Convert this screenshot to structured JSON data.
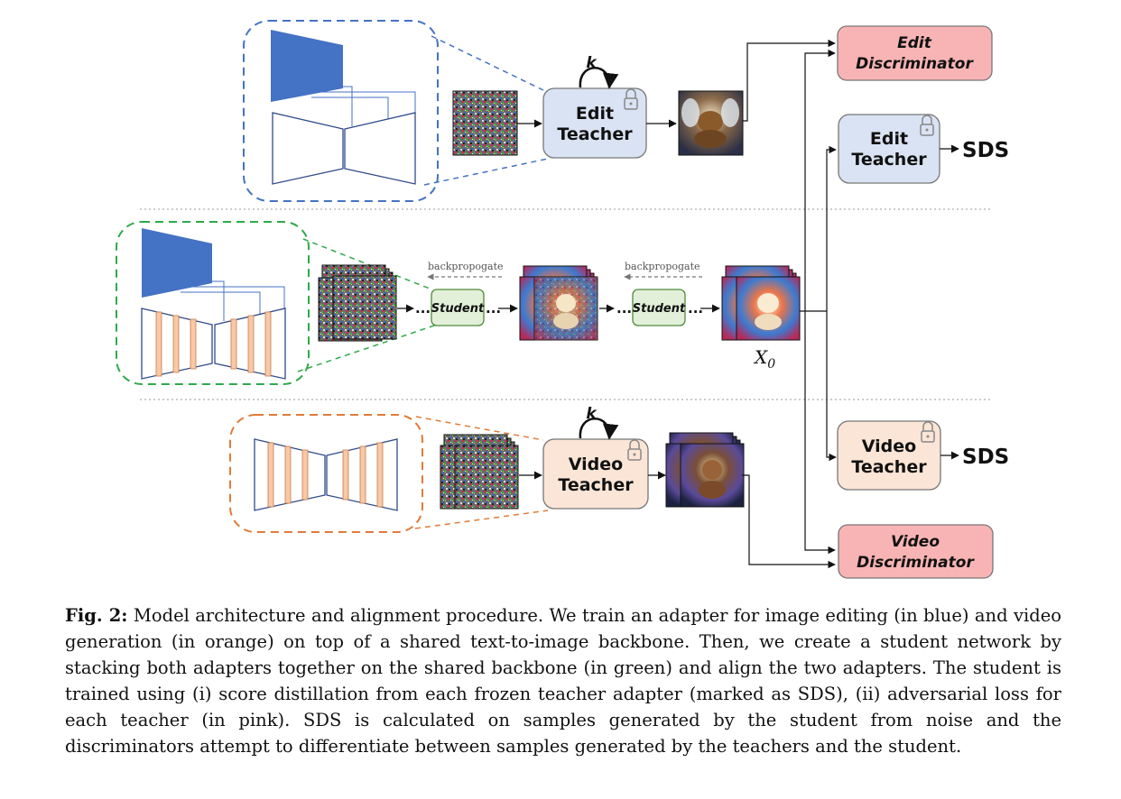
{
  "diagram": {
    "top_loop_label": "k",
    "top_edit_teacher": [
      "Edit",
      "Teacher"
    ],
    "bottom_loop_label": "k",
    "bottom_video_teacher": [
      "Video",
      "Teacher"
    ],
    "student_label": "Student",
    "backprop_label": "backpropogate",
    "x0_label": "X",
    "x0_sub": "0",
    "edit_discriminator": [
      "Edit",
      "Discriminator"
    ],
    "right_edit_teacher": [
      "Edit",
      "Teacher"
    ],
    "right_video_teacher": [
      "Video",
      "Teacher"
    ],
    "video_discriminator": [
      "Video",
      "Discriminator"
    ],
    "sds_label": "SDS",
    "dots": "..."
  },
  "caption": {
    "label": "Fig. 2:",
    "text": "Model architecture and alignment procedure. We train an adapter for image editing (in blue) and video generation (in orange) on top of a shared text-to-image backbone. Then, we create a student network by stacking both adapters together on the shared backbone (in green) and align the two adapters. The student is trained using (i) score distillation from each frozen teacher adapter (marked as SDS), (ii) adversarial loss for each teacher (in pink). SDS is calculated on samples generated by the student from noise and the discriminators attempt to differentiate between samples generated by the teachers and the student."
  },
  "colors": {
    "blue_adapter": "#4472C4",
    "orange_adapter": "#F8C9A8",
    "teacher_blue": "#DAE3F3",
    "teacher_orange": "#FBE5D6",
    "student_green": "#E2F0D9",
    "discriminator_pink": "#F8B4B4",
    "dash_blue": "#4472C4",
    "dash_green": "#2EAA4A",
    "dash_orange": "#E07B39"
  }
}
